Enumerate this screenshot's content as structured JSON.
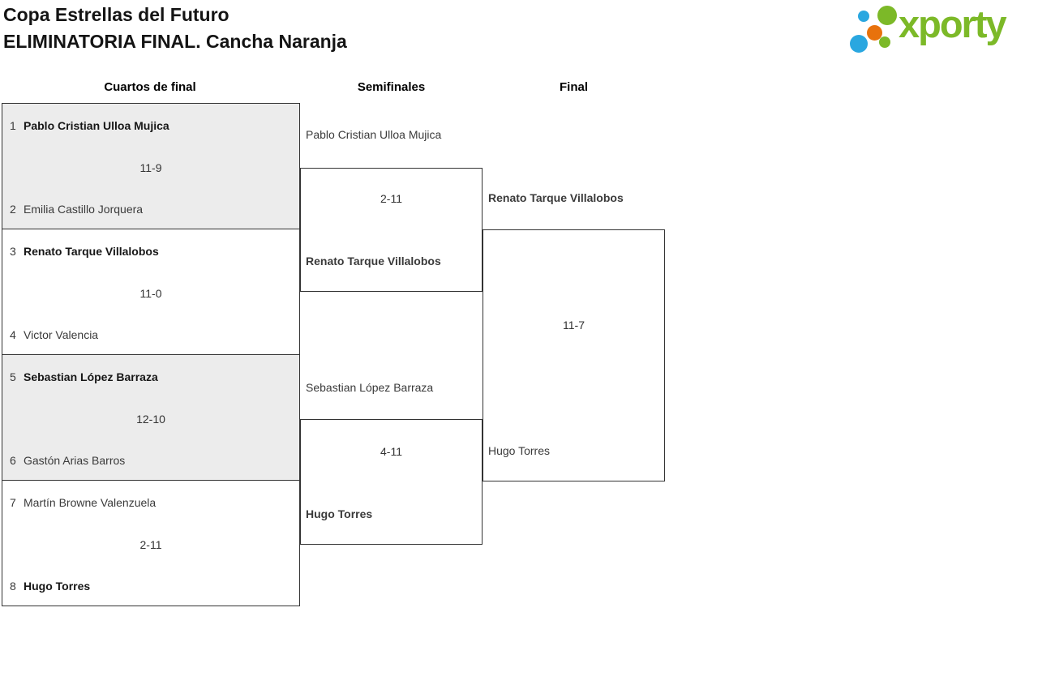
{
  "header": {
    "title_line1": "Copa Estrellas del Futuro",
    "title_line2": "ELIMINATORIA FINAL. Cancha Naranja",
    "logo_text": "xporty"
  },
  "columns": [
    "Cuartos de final",
    "Semifinales",
    "Final"
  ],
  "bracket": {
    "quarterfinals": [
      {
        "seed_a": "1",
        "player_a": "Pablo Cristian Ulloa Mujica",
        "score": "11-9",
        "seed_b": "2",
        "player_b": "Emilia Castillo Jorquera",
        "winner": "a"
      },
      {
        "seed_a": "3",
        "player_a": "Renato Tarque Villalobos",
        "score": "11-0",
        "seed_b": "4",
        "player_b": "Victor Valencia",
        "winner": "a"
      },
      {
        "seed_a": "5",
        "player_a": "Sebastian López Barraza",
        "score": "12-10",
        "seed_b": "6",
        "player_b": "Gastón Arias Barros",
        "winner": "a"
      },
      {
        "seed_a": "7",
        "player_a": "Martín Browne Valenzuela",
        "score": "2-11",
        "seed_b": "8",
        "player_b": "Hugo Torres",
        "winner": "b"
      }
    ],
    "semifinals": [
      {
        "player_a": "Pablo Cristian Ulloa Mujica",
        "score": "2-11",
        "player_b": "Renato Tarque Villalobos",
        "winner": "b"
      },
      {
        "player_a": "Sebastian López Barraza",
        "score": "4-11",
        "player_b": "Hugo Torres",
        "winner": "b"
      }
    ],
    "final": {
      "player_a": "Renato Tarque Villalobos",
      "score": "11-7",
      "player_b": "Hugo Torres",
      "winner": "a"
    }
  },
  "colors": {
    "brand_green": "#7cb928",
    "brand_blue": "#2aa7e0",
    "brand_orange": "#e8720c",
    "box_shaded": "#ececec",
    "border": "#333333",
    "text": "#3a3a3a"
  }
}
